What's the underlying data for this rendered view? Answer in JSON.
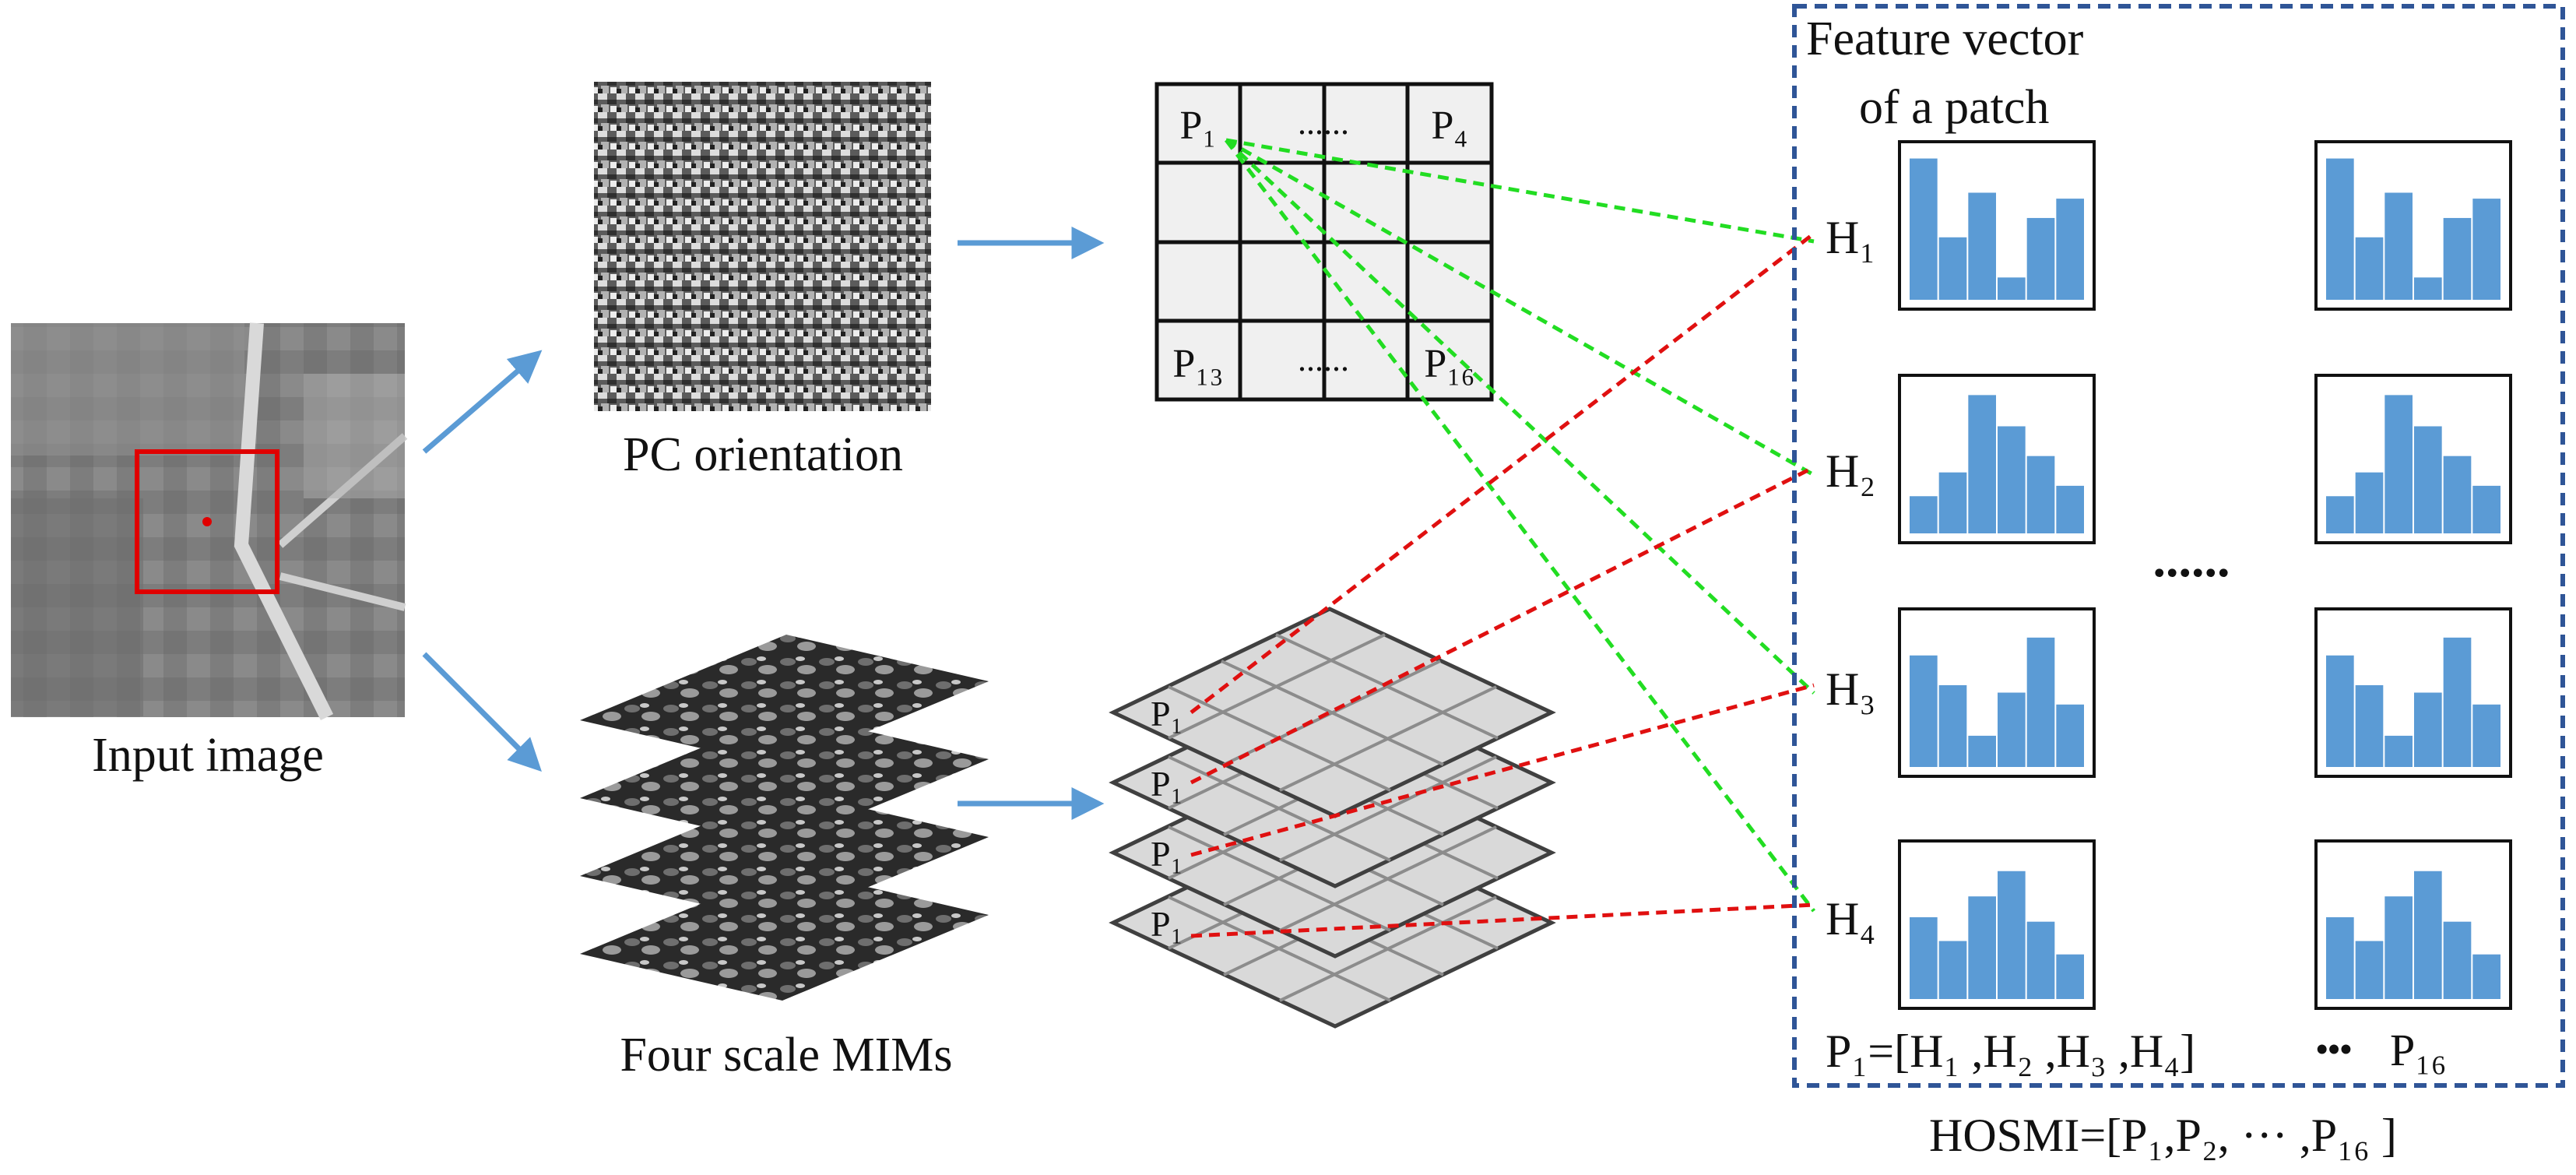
{
  "labels": {
    "input_image": "Input image",
    "pc_orientation": "PC orientation",
    "four_scale_mims": "Four scale MIMs",
    "feature_vector_line1": "Feature vector",
    "feature_vector_line2": "of a patch",
    "dots_middle": "......",
    "p1_formula": "P₁=[H₁ ,H₂ ,H₃ ,H₄]",
    "ellipsis_bottom": "•••",
    "p16": "P₁₆",
    "hosmi": "HOSMI=[P₁,P₂, ··· ,P₁₆ ]"
  },
  "grid": {
    "p1": "P₁",
    "top_dots": "......",
    "p4": "P₄",
    "p13": "P₁₃",
    "bottom_dots": "......",
    "p16": "P₁₆"
  },
  "layer_label": "P₁",
  "histogram_labels": [
    "H₁",
    "H₂",
    "H₃",
    "H₄"
  ],
  "histograms": [
    [
      0.95,
      0.42,
      0.72,
      0.15,
      0.55,
      0.68
    ],
    [
      0.25,
      0.41,
      0.93,
      0.72,
      0.52,
      0.32
    ],
    [
      0.75,
      0.55,
      0.21,
      0.5,
      0.87,
      0.42
    ],
    [
      0.55,
      0.39,
      0.69,
      0.86,
      0.52,
      0.3
    ]
  ],
  "colors": {
    "arrow": "#5b9bd5",
    "bar": "#5b9bd5",
    "green_link": "#22dd22",
    "red_link": "#e01010",
    "dashed_frame": "#2f5597",
    "grid_fill": "#f0f0f0",
    "layer_fill": "#d9d9d9",
    "roi": "#e00000"
  }
}
